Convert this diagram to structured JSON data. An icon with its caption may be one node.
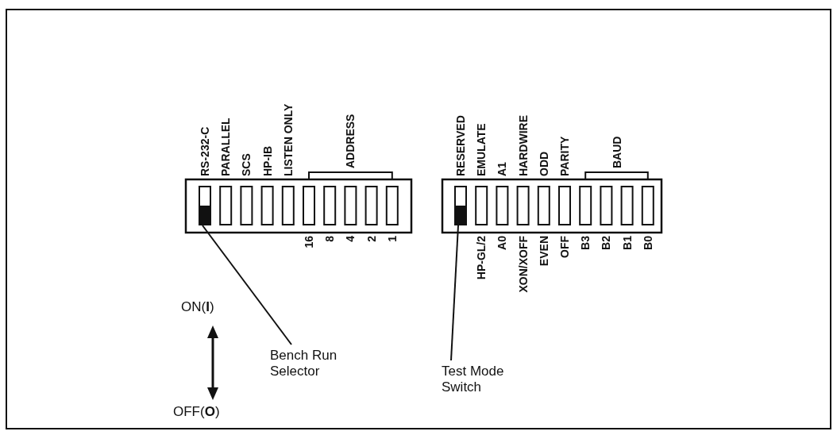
{
  "diagram": {
    "nodes": [
      {
        "text": [],
        "shape": "box"
      },
      {
        "text": [],
        "shape": "box"
      },
      {
        "text": [],
        "shape": "box"
      },
      {
        "text": [],
        "shape": "box"
      },
      {
        "text": [],
        "shape": "box"
      },
      {
        "text": [],
        "shape": "box"
      },
      {
        "text": [],
        "shape": "box"
      },
      {
        "text": [],
        "shape": "box"
      },
      {
        "text": [],
        "shape": "box"
      },
      {
        "text": [],
        "shape": "box"
      },
      {
        "text": [],
        "shape": "box"
      },
      {
        "text": [],
        "shape": "box"
      },
      {
        "text": [],
        "shape": "box"
      },
      {
        "text": [],
        "shape": "box"
      },
      {
        "text": [],
        "shape": "box"
      },
      {
        "text": [],
        "shape": "box"
      },
      {
        "text": [],
        "shape": "box"
      },
      {
        "text": [],
        "shape": "box"
      },
      {
        "text": [],
        "shape": "box"
      },
      {
        "text": [],
        "shape": "box"
      },
      {
        "text": [
          "Bench Run Selector"
        ]
      },
      {
        "text": [
          "Test Mode Switch"
        ]
      }
    ],
    "edges": [
      {
        "from": 20,
        "to": 0,
        "arrow": "none"
      },
      {
        "from": 21,
        "to": 10,
        "arrow": "none"
      }
    ],
    "labels": [
      "RS-232-C",
      "PARALLEL",
      "SCS",
      "HP-IB",
      "LISTEN ONLY",
      "ADDRESS",
      "RESERVED",
      "EMULATE",
      "A1",
      "HARDWIRE",
      "ODD",
      "PARITY",
      "BAUD",
      "16",
      "8",
      "4",
      "2",
      "1",
      "HP-GL/2",
      "A0",
      "XON/XOFF",
      "EVEN",
      "OFF",
      "B3",
      "B2",
      "B1",
      "B0",
      "ON(**I**)",
      "OFF(**O**)"
    ]
  }
}
